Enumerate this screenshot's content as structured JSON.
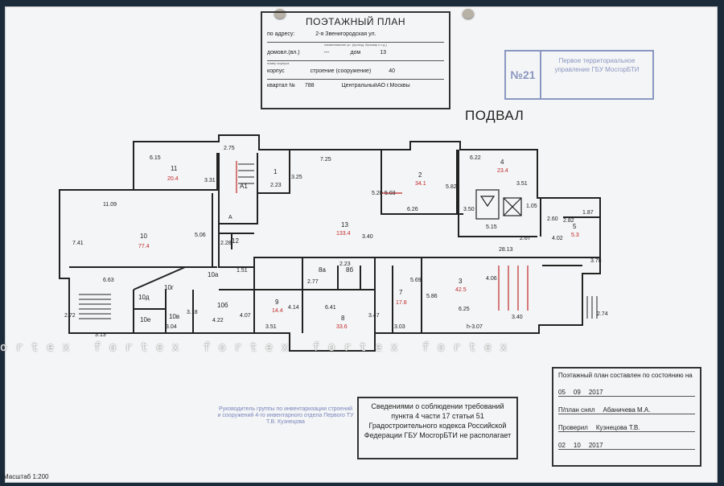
{
  "title_block": {
    "heading": "ПОЭТАЖНЫЙ ПЛАН",
    "address_label": "по адресу:",
    "address_value": "2-я Звенигородская ул.",
    "address_hint": "наименование ул. (проезд, бульвар и т.д.)",
    "house_label": "домовл.(вл.)",
    "house_value": "---",
    "dom_label": "дом",
    "dom_value": "13",
    "building_hint": "номер корпуса",
    "korpus_label": "корпус",
    "stroenie_label": "строение (сооружение)",
    "stroenie_value": "40",
    "kvartal_label": "квартал №",
    "kvartal_value": "788",
    "district_value": "ЦентральныйАО г.Москвы"
  },
  "stamp": {
    "number": "№21",
    "text": "Первое территориальное управление ГБУ МосгорБТИ"
  },
  "floor_label": "ПОДВАЛ",
  "watermark": "ortex   fortex   fortex   fortex   fortex",
  "rooms": [
    {
      "id": "11",
      "area": "20.4"
    },
    {
      "id": "A1",
      "area": ""
    },
    {
      "id": "1",
      "area": ""
    },
    {
      "id": "2",
      "area": "34.1"
    },
    {
      "id": "4",
      "area": "23.4"
    },
    {
      "id": "10",
      "area": "77.4"
    },
    {
      "id": "12",
      "area": ""
    },
    {
      "id": "13",
      "area": "133.4"
    },
    {
      "id": "10a",
      "area": ""
    },
    {
      "id": "10г",
      "area": ""
    },
    {
      "id": "10д",
      "area": ""
    },
    {
      "id": "10е",
      "area": ""
    },
    {
      "id": "10в",
      "area": ""
    },
    {
      "id": "10б",
      "area": ""
    },
    {
      "id": "9",
      "area": "14.4"
    },
    {
      "id": "8",
      "area": "33.6"
    },
    {
      "id": "8a",
      "area": ""
    },
    {
      "id": "8б",
      "area": ""
    },
    {
      "id": "7",
      "area": "17.8"
    },
    {
      "id": "3",
      "area": "42.5"
    },
    {
      "id": "5",
      "area": "5.3"
    }
  ],
  "dimensions": [
    "6.15",
    "3.31",
    "2.75",
    "7.25",
    "2.23",
    "3.25",
    "5.20",
    "5.03",
    "5.82",
    "6.22",
    "3.51",
    "11.09",
    "7.41",
    "5.06",
    "2.28",
    "3.40",
    "6.26",
    "3.50",
    "1.05",
    "2.60",
    "2.82",
    "1.87",
    "28.13",
    "2.67",
    "5.15",
    "4.02",
    "3.78",
    "6.63",
    "1.51",
    "2.77",
    "2.23",
    "6.41",
    "5.69",
    "5.86",
    "4.06",
    "6.25",
    "h-3.07",
    "3.40",
    "2.74",
    "2.72",
    "3.13",
    "3.04",
    "3.18",
    "4.22",
    "4.07",
    "3.51",
    "4.14",
    "3.47",
    "3.03",
    "A"
  ],
  "info_box": {
    "text": "Сведениями о соблюдении требований пункта 4 части 17 статьи 51 Градостроительного кодекса Российской Федерации ГБУ МосгорБТИ не располагает"
  },
  "state_box": {
    "title": "Поэтажный план составлен по состоянию на",
    "date1_day": "05",
    "date1_month": "09",
    "date1_year": "2017",
    "drawn_label": "П/план снял",
    "drawn_name": "Абаничева М.А.",
    "checked_label": "Проверил",
    "checked_name": "Кузнецова Т.В.",
    "date2_day": "02",
    "date2_month": "10",
    "date2_year": "2017"
  },
  "signer_stamp": {
    "text": "Руководитель группы по инвентаризации строений и сооружений 4-го инвентарного отдела Первого ТУ Т.В. Кузнецова"
  },
  "scale": "Масштаб 1:200"
}
